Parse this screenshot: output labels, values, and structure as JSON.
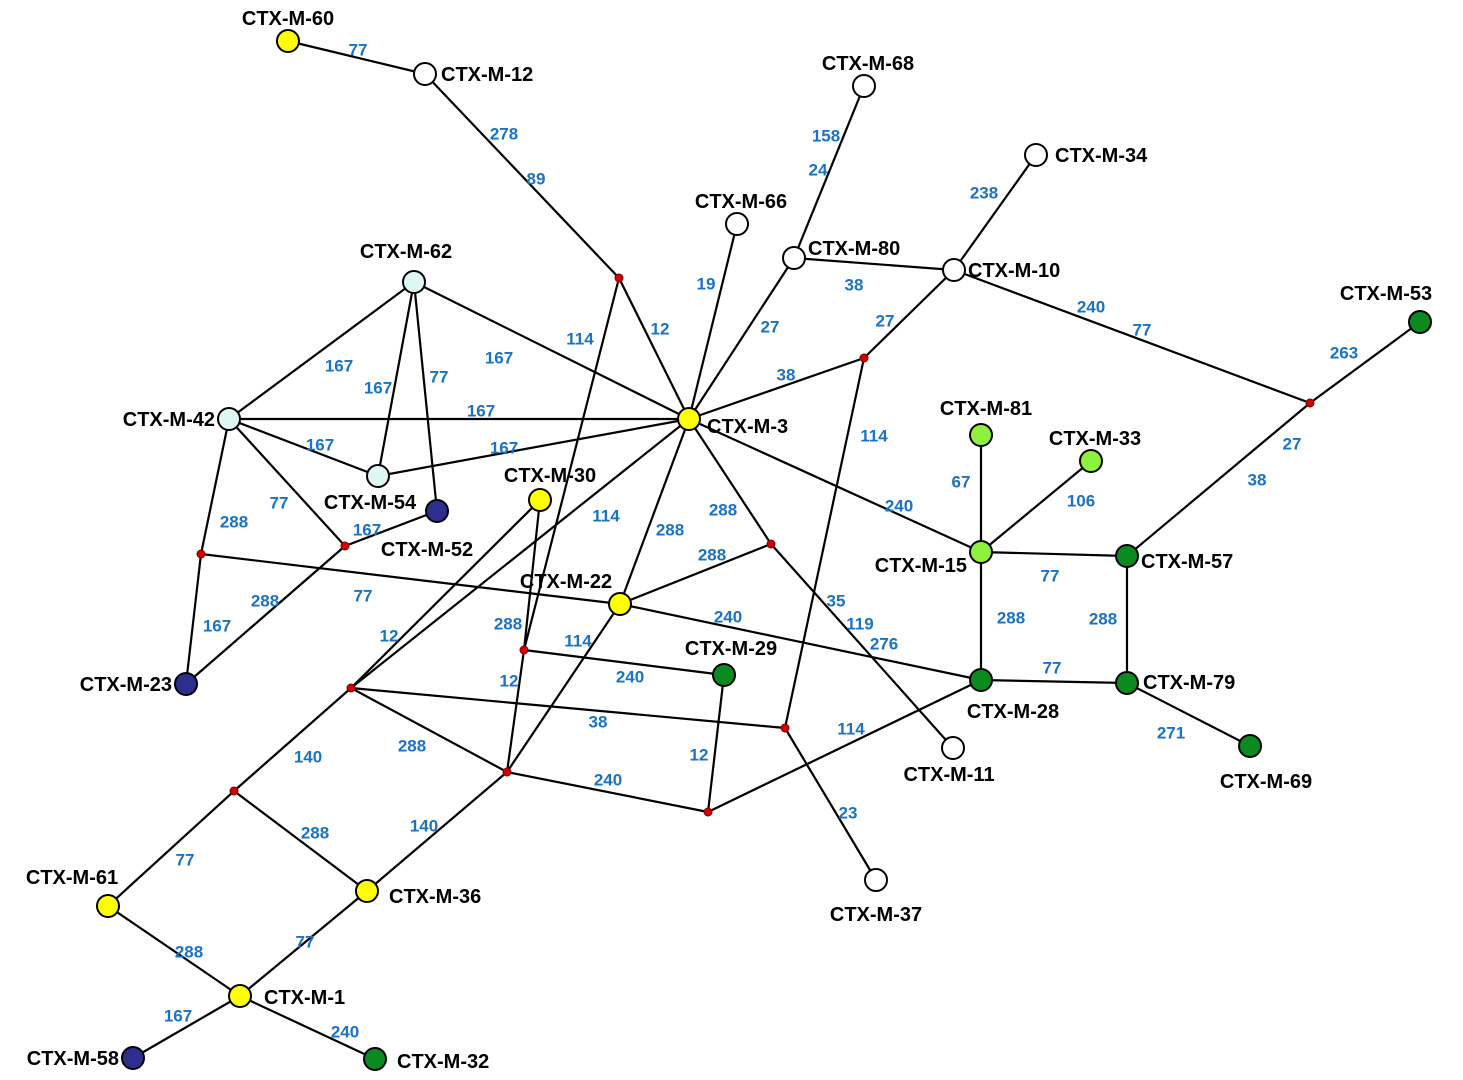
{
  "colors": {
    "yellow": "#ffff00",
    "white": "#ffffff",
    "pale_cyan": "#dff7f2",
    "navy": "#2e2e8f",
    "light_green": "#8ef23d",
    "dark_green": "#0a8a1f",
    "median": "#d40000",
    "edge": "#000000",
    "edge_label": "#1a73c4"
  },
  "nodes": [
    {
      "id": "CTX-M-60",
      "label": "CTX-M-60",
      "color": "yellow"
    },
    {
      "id": "CTX-M-12",
      "label": "CTX-M-12",
      "color": "white"
    },
    {
      "id": "CTX-M-68",
      "label": "CTX-M-68",
      "color": "white"
    },
    {
      "id": "CTX-M-34",
      "label": "CTX-M-34",
      "color": "white"
    },
    {
      "id": "CTX-M-66",
      "label": "CTX-M-66",
      "color": "white"
    },
    {
      "id": "CTX-M-80",
      "label": "CTX-M-80",
      "color": "white"
    },
    {
      "id": "CTX-M-10",
      "label": "CTX-M-10",
      "color": "white"
    },
    {
      "id": "CTX-M-62",
      "label": "CTX-M-62",
      "color": "pale_cyan"
    },
    {
      "id": "CTX-M-53",
      "label": "CTX-M-53",
      "color": "dark_green"
    },
    {
      "id": "CTX-M-42",
      "label": "CTX-M-42",
      "color": "pale_cyan"
    },
    {
      "id": "CTX-M-3",
      "label": "CTX-M-3",
      "color": "yellow"
    },
    {
      "id": "CTX-M-81",
      "label": "CTX-M-81",
      "color": "light_green"
    },
    {
      "id": "CTX-M-33",
      "label": "CTX-M-33",
      "color": "light_green"
    },
    {
      "id": "CTX-M-54",
      "label": "CTX-M-54",
      "color": "pale_cyan"
    },
    {
      "id": "CTX-M-30",
      "label": "CTX-M-30",
      "color": "yellow"
    },
    {
      "id": "CTX-M-52",
      "label": "CTX-M-52",
      "color": "navy"
    },
    {
      "id": "CTX-M-15",
      "label": "CTX-M-15",
      "color": "light_green"
    },
    {
      "id": "CTX-M-57",
      "label": "CTX-M-57",
      "color": "dark_green"
    },
    {
      "id": "CTX-M-22",
      "label": "CTX-M-22",
      "color": "yellow"
    },
    {
      "id": "CTX-M-29",
      "label": "CTX-M-29",
      "color": "dark_green"
    },
    {
      "id": "CTX-M-23",
      "label": "CTX-M-23",
      "color": "navy"
    },
    {
      "id": "CTX-M-28",
      "label": "CTX-M-28",
      "color": "dark_green"
    },
    {
      "id": "CTX-M-79",
      "label": "CTX-M-79",
      "color": "dark_green"
    },
    {
      "id": "CTX-M-11",
      "label": "CTX-M-11",
      "color": "white"
    },
    {
      "id": "CTX-M-69",
      "label": "CTX-M-69",
      "color": "dark_green"
    },
    {
      "id": "CTX-M-37",
      "label": "CTX-M-37",
      "color": "white"
    },
    {
      "id": "CTX-M-61",
      "label": "CTX-M-61",
      "color": "yellow"
    },
    {
      "id": "CTX-M-36",
      "label": "CTX-M-36",
      "color": "yellow"
    },
    {
      "id": "CTX-M-1",
      "label": "CTX-M-1",
      "color": "yellow"
    },
    {
      "id": "CTX-M-58",
      "label": "CTX-M-58",
      "color": "navy"
    },
    {
      "id": "CTX-M-32",
      "label": "CTX-M-32",
      "color": "dark_green"
    }
  ],
  "median_vectors": [
    "mv1",
    "mv2",
    "mv3",
    "mv4",
    "mv5",
    "mv6",
    "mv7",
    "mv8",
    "mv9",
    "mv10",
    "mv11",
    "mv12"
  ],
  "edges": [
    {
      "from": "CTX-M-60",
      "to": "CTX-M-12",
      "labels": [
        "77"
      ]
    },
    {
      "from": "CTX-M-12",
      "to": "mv1",
      "labels": [
        "278",
        "89"
      ]
    },
    {
      "from": "mv1",
      "to": "CTX-M-3",
      "labels": [
        "12"
      ]
    },
    {
      "from": "mv1",
      "to": "mv7",
      "labels": [
        "114"
      ]
    },
    {
      "from": "CTX-M-66",
      "to": "CTX-M-3",
      "labels": [
        "19"
      ]
    },
    {
      "from": "CTX-M-68",
      "to": "CTX-M-80",
      "labels": [
        "158",
        "24"
      ]
    },
    {
      "from": "CTX-M-80",
      "to": "CTX-M-3",
      "labels": [
        "27"
      ]
    },
    {
      "from": "CTX-M-80",
      "to": "CTX-M-10",
      "labels": [
        "38"
      ]
    },
    {
      "from": "CTX-M-34",
      "to": "CTX-M-10",
      "labels": [
        "238"
      ]
    },
    {
      "from": "CTX-M-10",
      "to": "mv2",
      "labels": [
        "27"
      ]
    },
    {
      "from": "mv2",
      "to": "CTX-M-3",
      "labels": [
        "38"
      ]
    },
    {
      "from": "mv2",
      "to": "mv11",
      "labels": [
        "114"
      ]
    },
    {
      "from": "CTX-M-10",
      "to": "mv3",
      "labels": [
        "240",
        "77"
      ]
    },
    {
      "from": "CTX-M-53",
      "to": "mv3",
      "labels": [
        "263"
      ]
    },
    {
      "from": "mv3",
      "to": "CTX-M-57",
      "labels": [
        "27",
        "38"
      ]
    },
    {
      "from": "CTX-M-62",
      "to": "CTX-M-3",
      "labels": [
        "167"
      ]
    },
    {
      "from": "CTX-M-62",
      "to": "CTX-M-42",
      "labels": [
        "167"
      ]
    },
    {
      "from": "CTX-M-62",
      "to": "CTX-M-54",
      "labels": [
        "167"
      ]
    },
    {
      "from": "CTX-M-62",
      "to": "CTX-M-52",
      "labels": [
        "77"
      ]
    },
    {
      "from": "CTX-M-42",
      "to": "CTX-M-3",
      "labels": [
        "167"
      ]
    },
    {
      "from": "CTX-M-42",
      "to": "CTX-M-54",
      "labels": [
        "167"
      ]
    },
    {
      "from": "CTX-M-54",
      "to": "CTX-M-3",
      "labels": [
        "167"
      ]
    },
    {
      "from": "CTX-M-42",
      "to": "mv5",
      "labels": [
        "288"
      ]
    },
    {
      "from": "CTX-M-42",
      "to": "mv6",
      "labels": [
        "77"
      ]
    },
    {
      "from": "mv6",
      "to": "CTX-M-52",
      "labels": [
        "167"
      ]
    },
    {
      "from": "mv6",
      "to": "CTX-M-23",
      "labels": [
        "288"
      ]
    },
    {
      "from": "mv5",
      "to": "CTX-M-23",
      "labels": [
        "167"
      ]
    },
    {
      "from": "mv5",
      "to": "CTX-M-22",
      "labels": [
        "77"
      ]
    },
    {
      "from": "CTX-M-3",
      "to": "mv4",
      "labels": [
        "288"
      ]
    },
    {
      "from": "mv4",
      "to": "CTX-M-22",
      "labels": [
        "288"
      ]
    },
    {
      "from": "mv4",
      "to": "CTX-M-11",
      "labels": [
        "35",
        "119",
        "276"
      ]
    },
    {
      "from": "CTX-M-3",
      "to": "CTX-M-22",
      "labels": [
        "288"
      ]
    },
    {
      "from": "CTX-M-3",
      "to": "mv8",
      "labels": [
        "114"
      ]
    },
    {
      "from": "CTX-M-3",
      "to": "CTX-M-15",
      "labels": [
        "240"
      ]
    },
    {
      "from": "CTX-M-81",
      "to": "CTX-M-15",
      "labels": [
        "67"
      ]
    },
    {
      "from": "CTX-M-33",
      "to": "CTX-M-15",
      "labels": [
        "106"
      ]
    },
    {
      "from": "CTX-M-15",
      "to": "CTX-M-57",
      "labels": [
        "77"
      ]
    },
    {
      "from": "CTX-M-15",
      "to": "CTX-M-28",
      "labels": [
        "288"
      ]
    },
    {
      "from": "CTX-M-57",
      "to": "CTX-M-79",
      "labels": [
        "288"
      ]
    },
    {
      "from": "CTX-M-28",
      "to": "CTX-M-79",
      "labels": [
        "77"
      ]
    },
    {
      "from": "CTX-M-79",
      "to": "CTX-M-69",
      "labels": [
        "271"
      ]
    },
    {
      "from": "CTX-M-22",
      "to": "CTX-M-28",
      "labels": [
        "240"
      ]
    },
    {
      "from": "CTX-M-30",
      "to": "mv7",
      "labels": [
        "288"
      ]
    },
    {
      "from": "CTX-M-30",
      "to": "mv8",
      "labels": [
        "12"
      ]
    },
    {
      "from": "mv7",
      "to": "CTX-M-29",
      "labels": [
        "240"
      ]
    },
    {
      "from": "mv7",
      "to": "mv9",
      "labels": [
        "12"
      ]
    },
    {
      "from": "CTX-M-22",
      "to": "mv9",
      "labels": [
        "114"
      ]
    },
    {
      "from": "mv8",
      "to": "mv11",
      "labels": [
        "38"
      ]
    },
    {
      "from": "mv8",
      "to": "mv9",
      "labels": [
        "288"
      ]
    },
    {
      "from": "mv8",
      "to": "mv10",
      "labels": [
        "140"
      ]
    },
    {
      "from": "mv9",
      "to": "mv12",
      "labels": [
        "240"
      ]
    },
    {
      "from": "mv9",
      "to": "CTX-M-36",
      "labels": [
        "140"
      ]
    },
    {
      "from": "CTX-M-29",
      "to": "mv12",
      "labels": [
        "12"
      ]
    },
    {
      "from": "mv12",
      "to": "CTX-M-28",
      "labels": [
        "114"
      ]
    },
    {
      "from": "mv11",
      "to": "CTX-M-37",
      "labels": [
        "23"
      ]
    },
    {
      "from": "mv10",
      "to": "CTX-M-61",
      "labels": [
        "77"
      ]
    },
    {
      "from": "mv10",
      "to": "CTX-M-36",
      "labels": [
        "288"
      ]
    },
    {
      "from": "CTX-M-36",
      "to": "CTX-M-1",
      "labels": [
        "77"
      ]
    },
    {
      "from": "CTX-M-61",
      "to": "CTX-M-1",
      "labels": [
        "288"
      ]
    },
    {
      "from": "CTX-M-1",
      "to": "CTX-M-58",
      "labels": [
        "167"
      ]
    },
    {
      "from": "CTX-M-1",
      "to": "CTX-M-32",
      "labels": [
        "240"
      ]
    }
  ]
}
